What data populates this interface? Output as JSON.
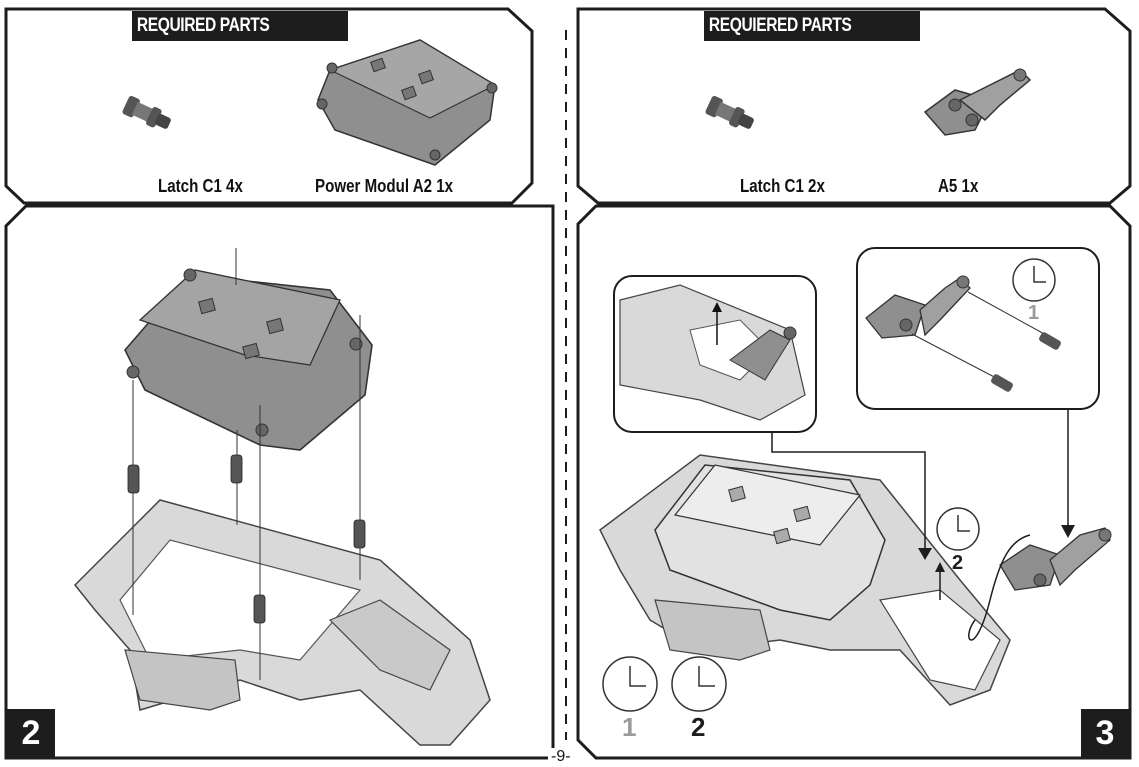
{
  "page_number": "-9-",
  "left_panel": {
    "header": "REQUIRED PARTS",
    "parts": [
      {
        "label": "Latch C1  4x",
        "icon": "latch-c1-part"
      },
      {
        "label": "Power Modul A2   1x",
        "icon": "power-module-part"
      }
    ],
    "step_number": "2"
  },
  "right_panel": {
    "header": "REQUIERED PARTS",
    "parts": [
      {
        "label": "Latch C1  2x",
        "icon": "latch-c1-part"
      },
      {
        "label": "A5  1x",
        "icon": "a5-bracket-part"
      }
    ],
    "step_number": "3",
    "clock_labels": {
      "inset": "1",
      "main": "2",
      "legend_first": "1",
      "legend_second": "2"
    }
  },
  "colors": {
    "frame": "#1d1d1d",
    "part_gray": "#8f8f8f",
    "chassis_gray": "#d9d9d9"
  }
}
